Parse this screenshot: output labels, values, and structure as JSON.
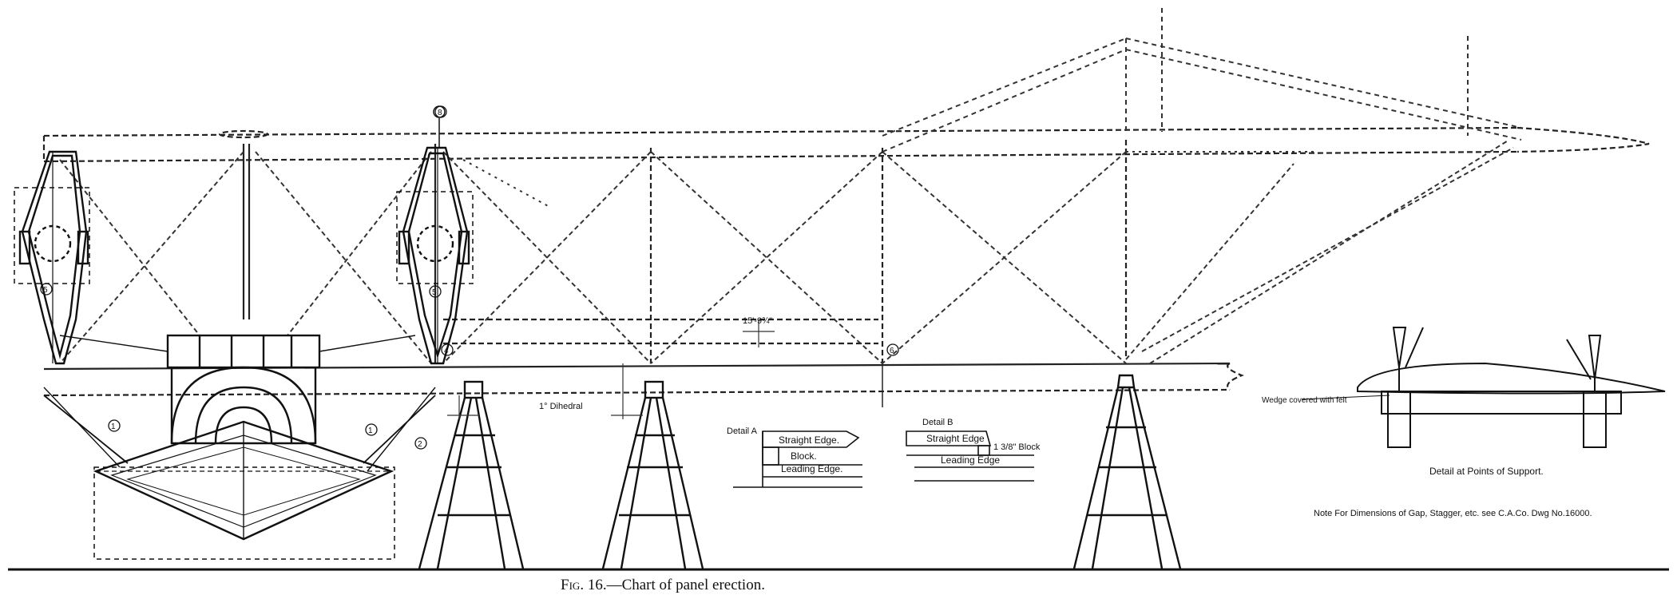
{
  "caption": {
    "figure_label": "Fig. 16.",
    "title": "—Chart of panel erection."
  },
  "labels": {
    "gap_dimension": "15'-9¾\"",
    "dihedral": "1° Dihedral",
    "wedge": "Wedge covered with felt",
    "detail_points": "Detail at Points of Support.",
    "note": "Note For Dimensions of Gap, Stagger, etc. see C.A.Co. Dwg No.16000."
  },
  "detail_a": {
    "title": "Detail A",
    "straight_edge": "Straight Edge.",
    "block": "Block.",
    "leading_edge": "Leading Edge."
  },
  "detail_b": {
    "title": "Detail B",
    "straight_edge": "Straight Edge",
    "block": "1 3/8\" Block",
    "leading_edge": "Leading Edge"
  },
  "callouts": {
    "top_strut": "8",
    "left_wire_a": "1",
    "left_wire_b": "1",
    "left_engine": "5",
    "mid_engine": "5",
    "small_a": "2",
    "small_b": "4",
    "small_c": "6"
  }
}
